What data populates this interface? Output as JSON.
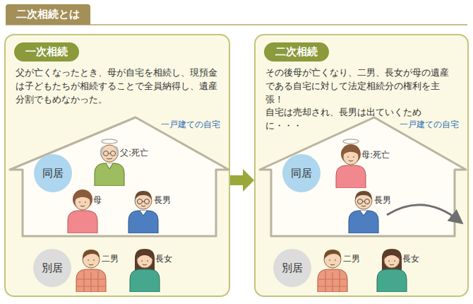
{
  "diagram": {
    "title": "二次相続とは",
    "nodes": [
      {
        "text": [
          "父が亡くなったとき、母が自宅を相続し、現預金は子どもたちが相続することで全員納得し、遺産分割でもめなかった。"
        ]
      },
      {
        "text": [
          "一次相続"
        ],
        "in": 0
      },
      {
        "text": [
          "一戸建ての自宅"
        ],
        "in": 0
      },
      {
        "text": [
          "同居"
        ],
        "in": 2
      },
      {
        "text": [
          "別居"
        ],
        "in": 0
      },
      {
        "text": [
          "その後母が亡くなり、二男、長女が母の遺産である自宅に対して法定相続分の権利を主張！",
          "自宅は売却され、長男は出ていくために・・・"
        ]
      },
      {
        "text": [
          "二次相続"
        ],
        "in": 5
      },
      {
        "text": [
          "一戸建ての自宅"
        ],
        "in": 5
      },
      {
        "text": [
          "同居"
        ],
        "in": 7
      },
      {
        "text": [
          "別居"
        ],
        "in": 5
      }
    ],
    "edges": [
      {
        "from": 0,
        "to": 5,
        "arrow": "to"
      }
    ],
    "labels": [
      "父:死亡",
      "母",
      "長男",
      "二男",
      "長女",
      "母:死亡",
      "長男",
      "二男",
      "長女"
    ]
  }
}
